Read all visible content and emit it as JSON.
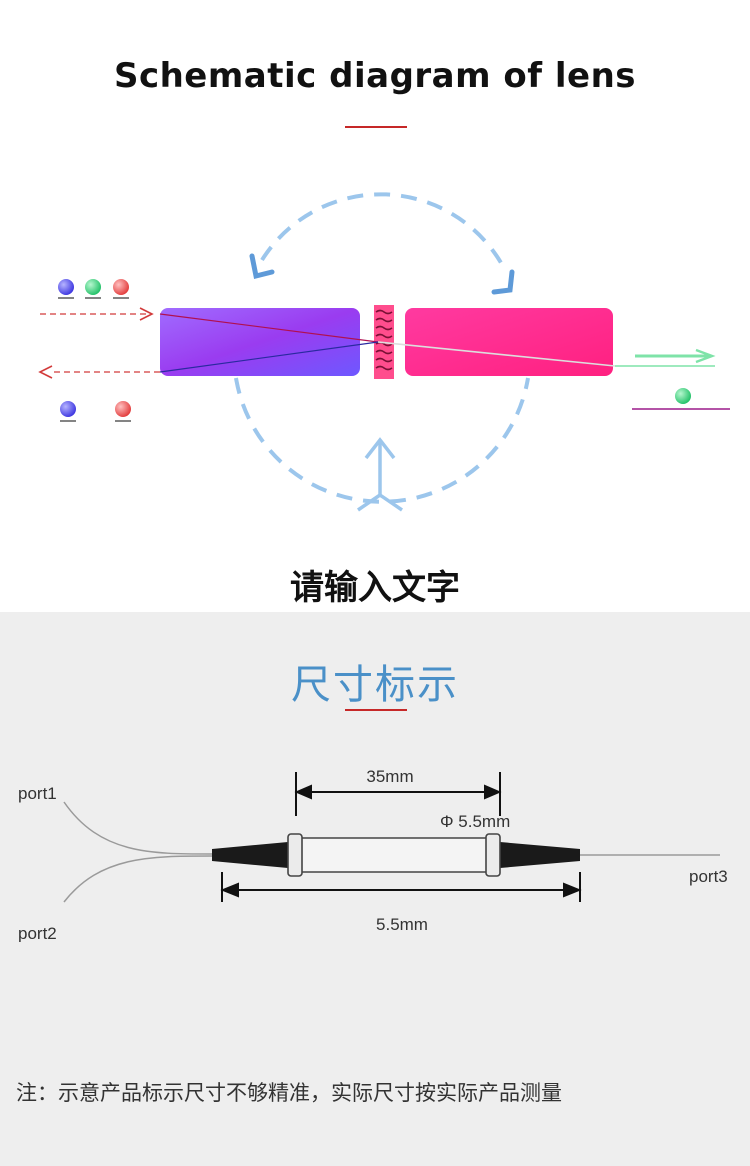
{
  "header": {
    "title": "Schematic diagram of lens"
  },
  "placeholder": {
    "text": "请输入文字"
  },
  "dimension_section": {
    "title": "尺寸标示",
    "labels": {
      "port1": "port1",
      "port2": "port2",
      "port3": "port3",
      "length_top": "35mm",
      "diameter": "Φ 5.5mm",
      "length_bottom": "5.5mm"
    },
    "note": "注：示意产品标示尺寸不够精准，实际尺寸按实际产品测量"
  },
  "colors": {
    "accent_red": "#c62828",
    "dim_title_blue": "#4a90c8",
    "left_lens_purple": "#9b4dff",
    "right_lens_pink": "#ff2f8a",
    "arc_blue": "#8fbde6",
    "ball_green": "#2ecc71",
    "ball_red": "#e84a4a",
    "ball_blue": "#4a45e8"
  }
}
